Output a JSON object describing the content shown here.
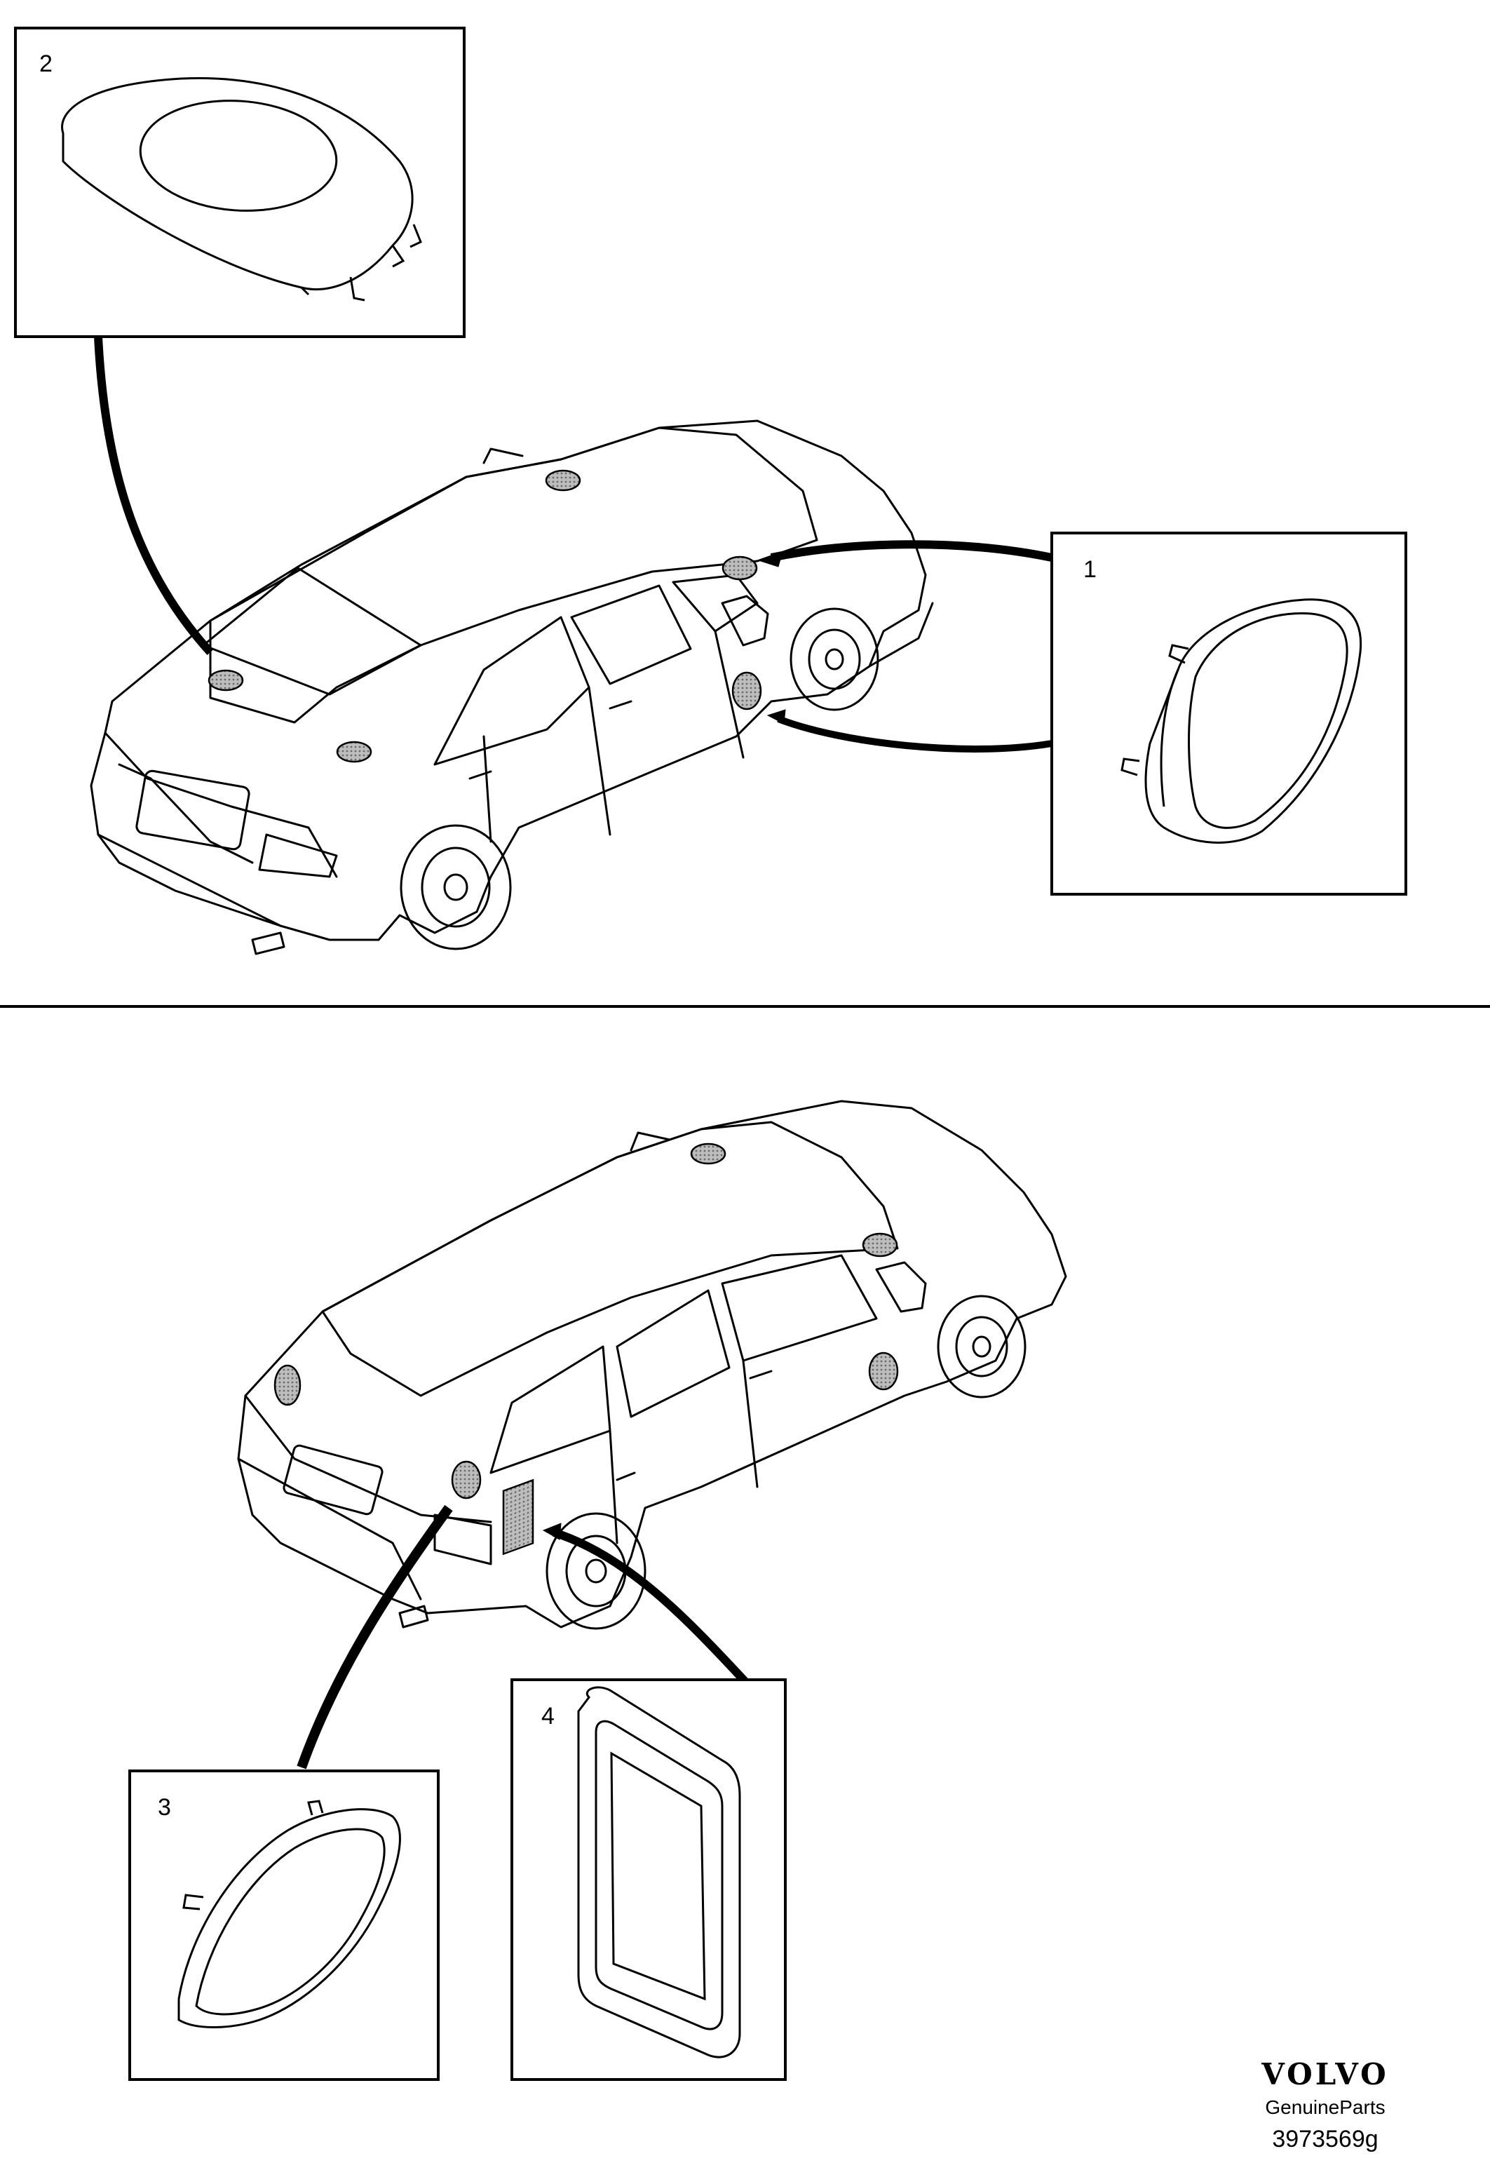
{
  "callouts": [
    {
      "number": "1"
    },
    {
      "number": "2"
    },
    {
      "number": "3"
    },
    {
      "number": "4"
    }
  ],
  "brand": {
    "logo": "VOLVO",
    "subtitle": "GenuineParts",
    "reference": "3973569g"
  },
  "colors": {
    "line": "#000000",
    "marker_fill": "#a8a8a8",
    "background": "#ffffff"
  }
}
